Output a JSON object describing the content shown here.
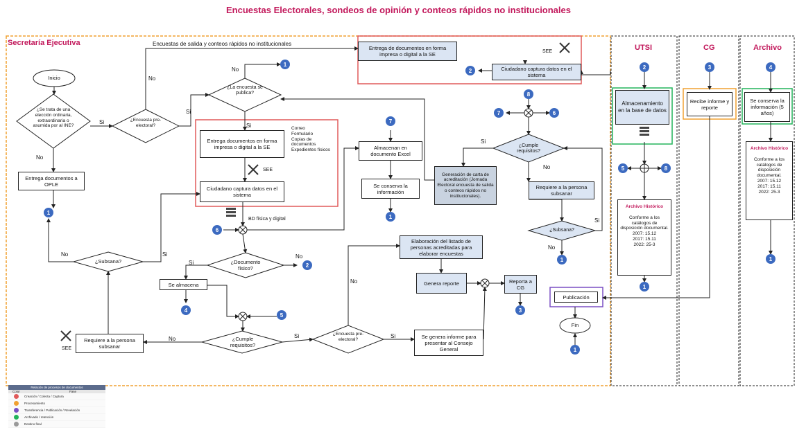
{
  "title": "Encuestas Electorales, sondeos de opinión y conteos rápidos no institucionales",
  "colors": {
    "title": "#c2185b",
    "node_blue": "#3c6ac0",
    "red": "#e05a5a",
    "orange": "#f0a030",
    "purple": "#7a4fc4",
    "green": "#22b35a",
    "gray": "#9a9a9a"
  },
  "lanes": {
    "se": "Secretaría Ejecutiva",
    "utsi": "UTSI",
    "cg": "CG",
    "archivo": "Archivo"
  },
  "top_caption": "Encuestas de salida y conteos rápidos no institucionales",
  "nodes": {
    "inicio": "Inicio",
    "d_eleccion": "¿Se trata de una elección ordinaria, extraordinaria o asumida por al INE?",
    "entrega_ople": "Entrega documentos a OPLE",
    "d_preelectoral_1": "¿Encuesta pre-electoral?",
    "d_publica": "¿La encuesta se publica?",
    "entrega_docs_1": "Entrega documentos en forma impresa o digital a la SE",
    "doc_list": [
      "Correo",
      "Formulario",
      "Copias de documentos",
      "Expedientes físicos"
    ],
    "see": "SEE",
    "captura_1": "Ciudadano captura datos en el sistema",
    "bd_label": "BD física y digital",
    "almacenan_excel": "Almacenan en documento Excel",
    "conserva_info": "Se conserva la información",
    "entrega_docs_top": "Entrega de documentos en forma impresa o digital a la SE",
    "captura_top": "Ciudadano captura datos en el sistema",
    "d_cumple_1": "¿Cumple requisitos?",
    "carta": "Generación de carta de acreditación (Jornada Electoral encuesta de salida o conteos rápidos no institucionales).",
    "requiere_1": "Requiere a la persona subsanar",
    "d_subsana_1": "¿Subsana?",
    "d_subsana_2": "¿Subsana?",
    "d_doc_fisico": "¿Documento físico?",
    "se_almacena": "Se almacena",
    "d_cumple_2": "¿Cumple requisitos?",
    "requiere_2": "Requiere a la persona subsanar",
    "d_preelectoral_2": "¿Encuesta pre-electoral?",
    "elaboracion": "Elaboración del listado de personas acreditadas para elaborar encuestas",
    "genera_reporte": "Genera reporte",
    "reporta_cg": "Reporta a CG",
    "informe_cg": "Se genera informe para presentar al Consejo General",
    "almacenamiento": "Almacenamiento en la base de datos",
    "archivo_hist_1": {
      "title": "Archivo Histórico",
      "body": "Conforme a los catálogos de disposición documental.",
      "years": [
        "2007: 15.12",
        "2017: 15.11",
        "2022: 25-3"
      ]
    },
    "recibe_informe": "Recibe informe y reporte",
    "conserva_5": "Se conserva la información (5 años)",
    "archivo_hist_2": {
      "title": "Archivo Histórico",
      "body": "Conforme a los catálogos de disposición documental.",
      "years": [
        "2007: 15.12",
        "2017: 15.11",
        "2022: 25-3"
      ]
    },
    "publicacion": "Publicación",
    "fin": "Fin"
  },
  "labels": {
    "si": "Si",
    "no": "No"
  },
  "connectors": [
    "1",
    "2",
    "3",
    "4",
    "5",
    "6",
    "7",
    "8"
  ],
  "legend": {
    "header": "Relación de procesos de documentos",
    "col_color": "Color",
    "col_fase": "Fase",
    "rows": [
      {
        "color": "#e05a5a",
        "text": "Creación / Colecta / Captura"
      },
      {
        "color": "#f0a030",
        "text": "Procesamiento"
      },
      {
        "color": "#7a4fc4",
        "text": "Transferencia / Publicación / Revelación"
      },
      {
        "color": "#22b35a",
        "text": "Archivado / retención"
      },
      {
        "color": "#9a9a9a",
        "text": "Destino final"
      }
    ]
  }
}
